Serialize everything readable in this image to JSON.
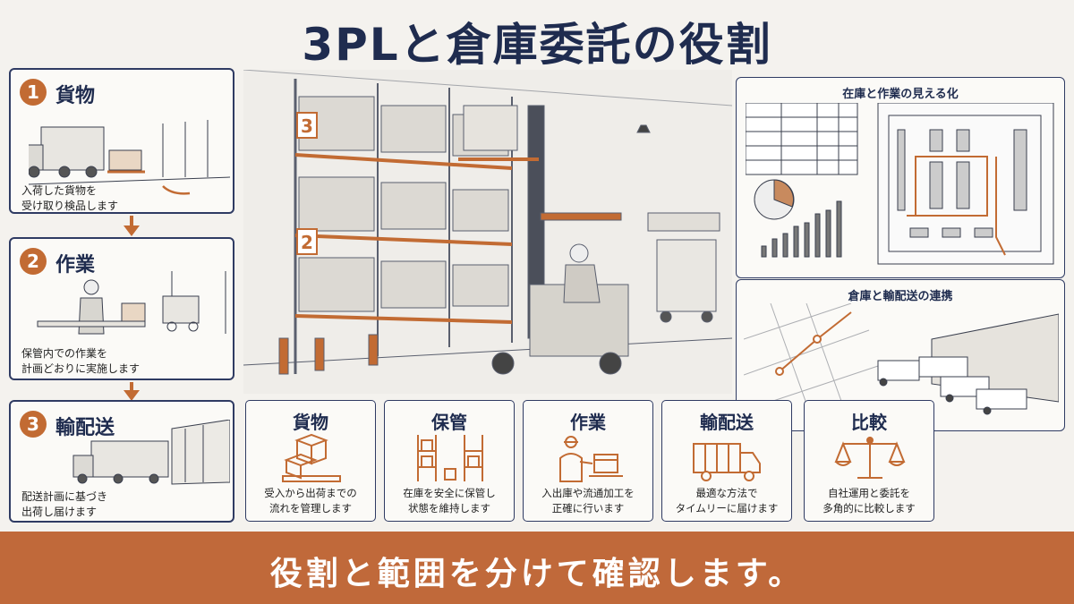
{
  "title": "3PLと倉庫委託の役割",
  "steps": [
    {
      "num": "1",
      "title": "貨物",
      "desc": "入荷した貨物を\n受け取り検品します"
    },
    {
      "num": "2",
      "title": "作業",
      "desc": "保管内での作業を\n計画どおりに実施します"
    },
    {
      "num": "3",
      "title": "輸配送",
      "desc": "配送計画に基づき\n出荷し届けます"
    }
  ],
  "rack_levels": [
    "3",
    "2"
  ],
  "features": [
    {
      "title": "貨物",
      "icon": "boxes-on-pallet-icon",
      "desc": "受入から出荷までの\n流れを管理します"
    },
    {
      "title": "保管",
      "icon": "storage-rack-icon",
      "desc": "在庫を安全に保管し\n状態を維持します"
    },
    {
      "title": "作業",
      "icon": "worker-with-box-icon",
      "desc": "入出庫や流通加工を\n正確に行います"
    },
    {
      "title": "輸配送",
      "icon": "delivery-truck-icon",
      "desc": "最適な方法で\nタイムリーに届けます"
    },
    {
      "title": "比較",
      "icon": "balance-scale-icon",
      "desc": "自社運用と委託を\n多角的に比較します"
    }
  ],
  "visibility_panel": {
    "title": "在庫と作業の見える化"
  },
  "linkage_panel": {
    "title": "倉庫と輸配送の連携"
  },
  "footer": "役割と範囲を分けて確認します。",
  "colors": {
    "accent": "#c26b33",
    "navy": "#1f2c4f",
    "footer_bg": "#c0693a"
  }
}
